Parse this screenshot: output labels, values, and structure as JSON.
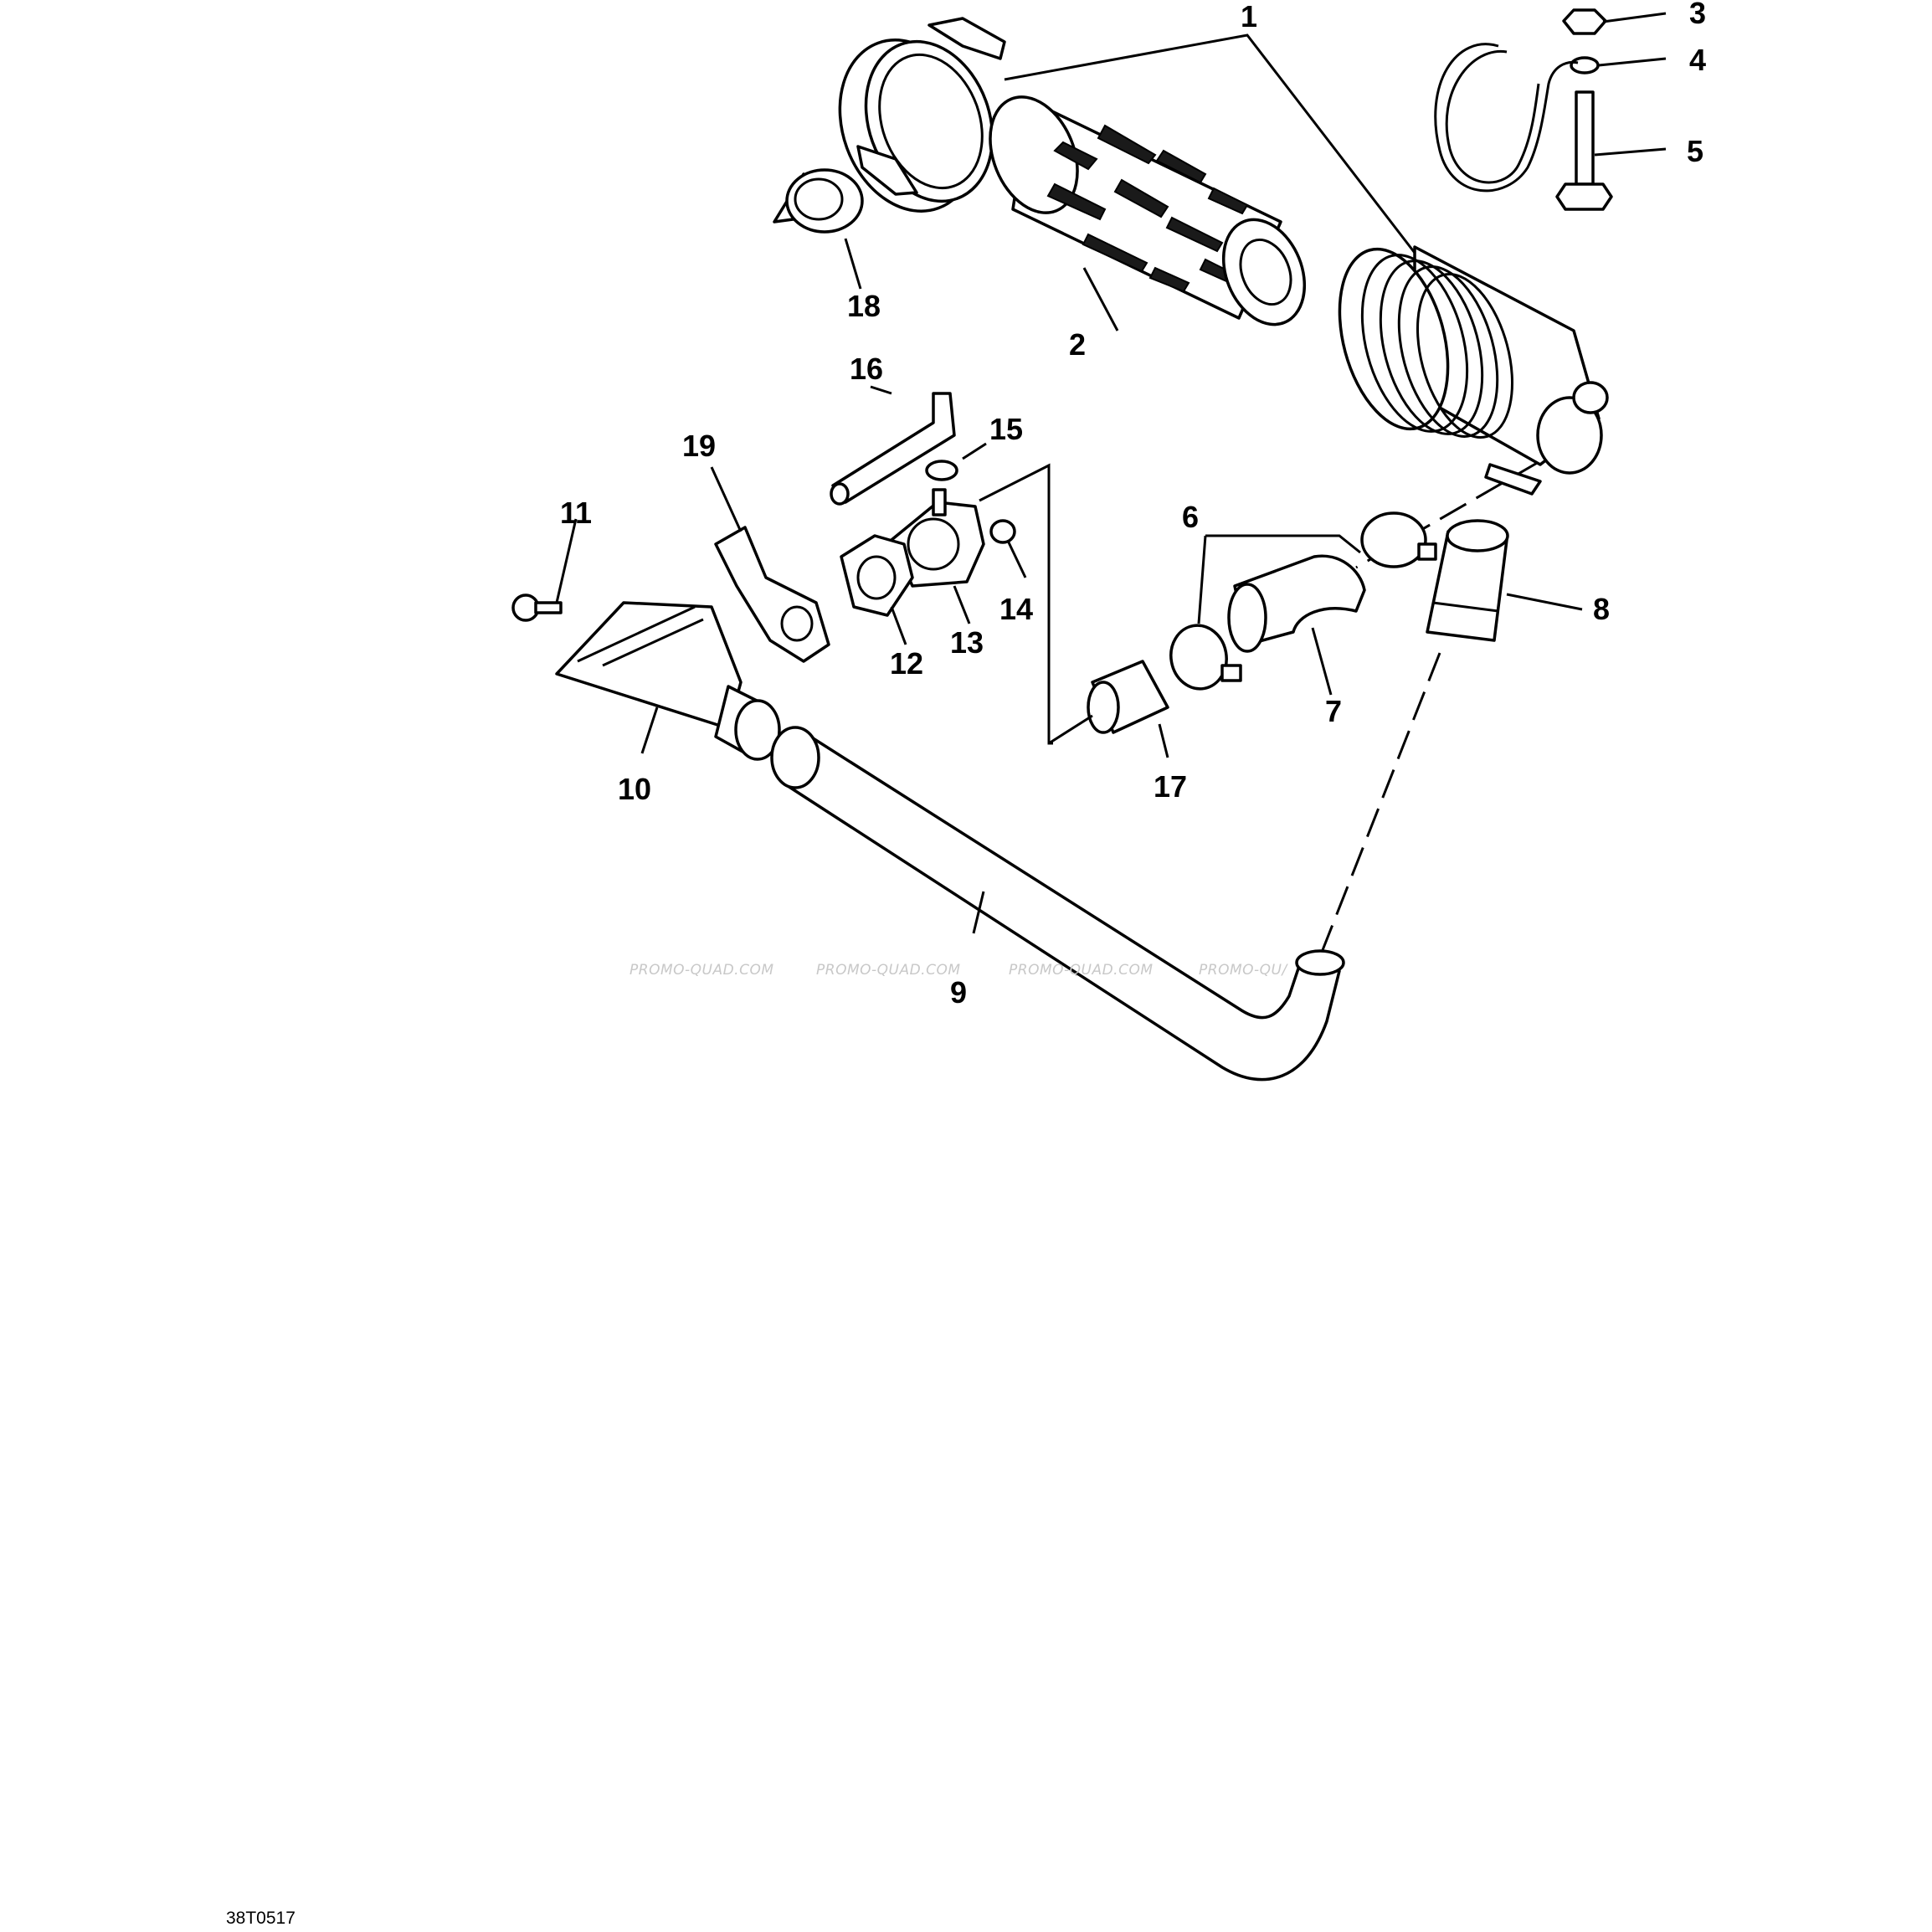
{
  "diagram": {
    "callouts": [
      {
        "id": "1",
        "label": "1"
      },
      {
        "id": "2",
        "label": "2"
      },
      {
        "id": "3",
        "label": "3"
      },
      {
        "id": "4",
        "label": "4"
      },
      {
        "id": "5",
        "label": "5"
      },
      {
        "id": "6",
        "label": "6"
      },
      {
        "id": "7",
        "label": "7"
      },
      {
        "id": "8",
        "label": "8"
      },
      {
        "id": "9",
        "label": "9"
      },
      {
        "id": "10",
        "label": "10"
      },
      {
        "id": "11",
        "label": "11"
      },
      {
        "id": "12",
        "label": "12"
      },
      {
        "id": "13",
        "label": "13"
      },
      {
        "id": "14",
        "label": "14"
      },
      {
        "id": "15",
        "label": "15"
      },
      {
        "id": "16",
        "label": "16"
      },
      {
        "id": "17",
        "label": "17"
      },
      {
        "id": "18",
        "label": "18"
      },
      {
        "id": "19",
        "label": "19"
      }
    ],
    "watermarks": [
      "PROMO-QUAD.COM",
      "PROMO-QUAD.COM",
      "PROMO-QUAD.COM",
      "PROMO-QU/"
    ],
    "figure_code": "38T0517"
  },
  "colors": {
    "line": "#000000",
    "watermark": "#c8c8c8",
    "background": "#ffffff"
  }
}
